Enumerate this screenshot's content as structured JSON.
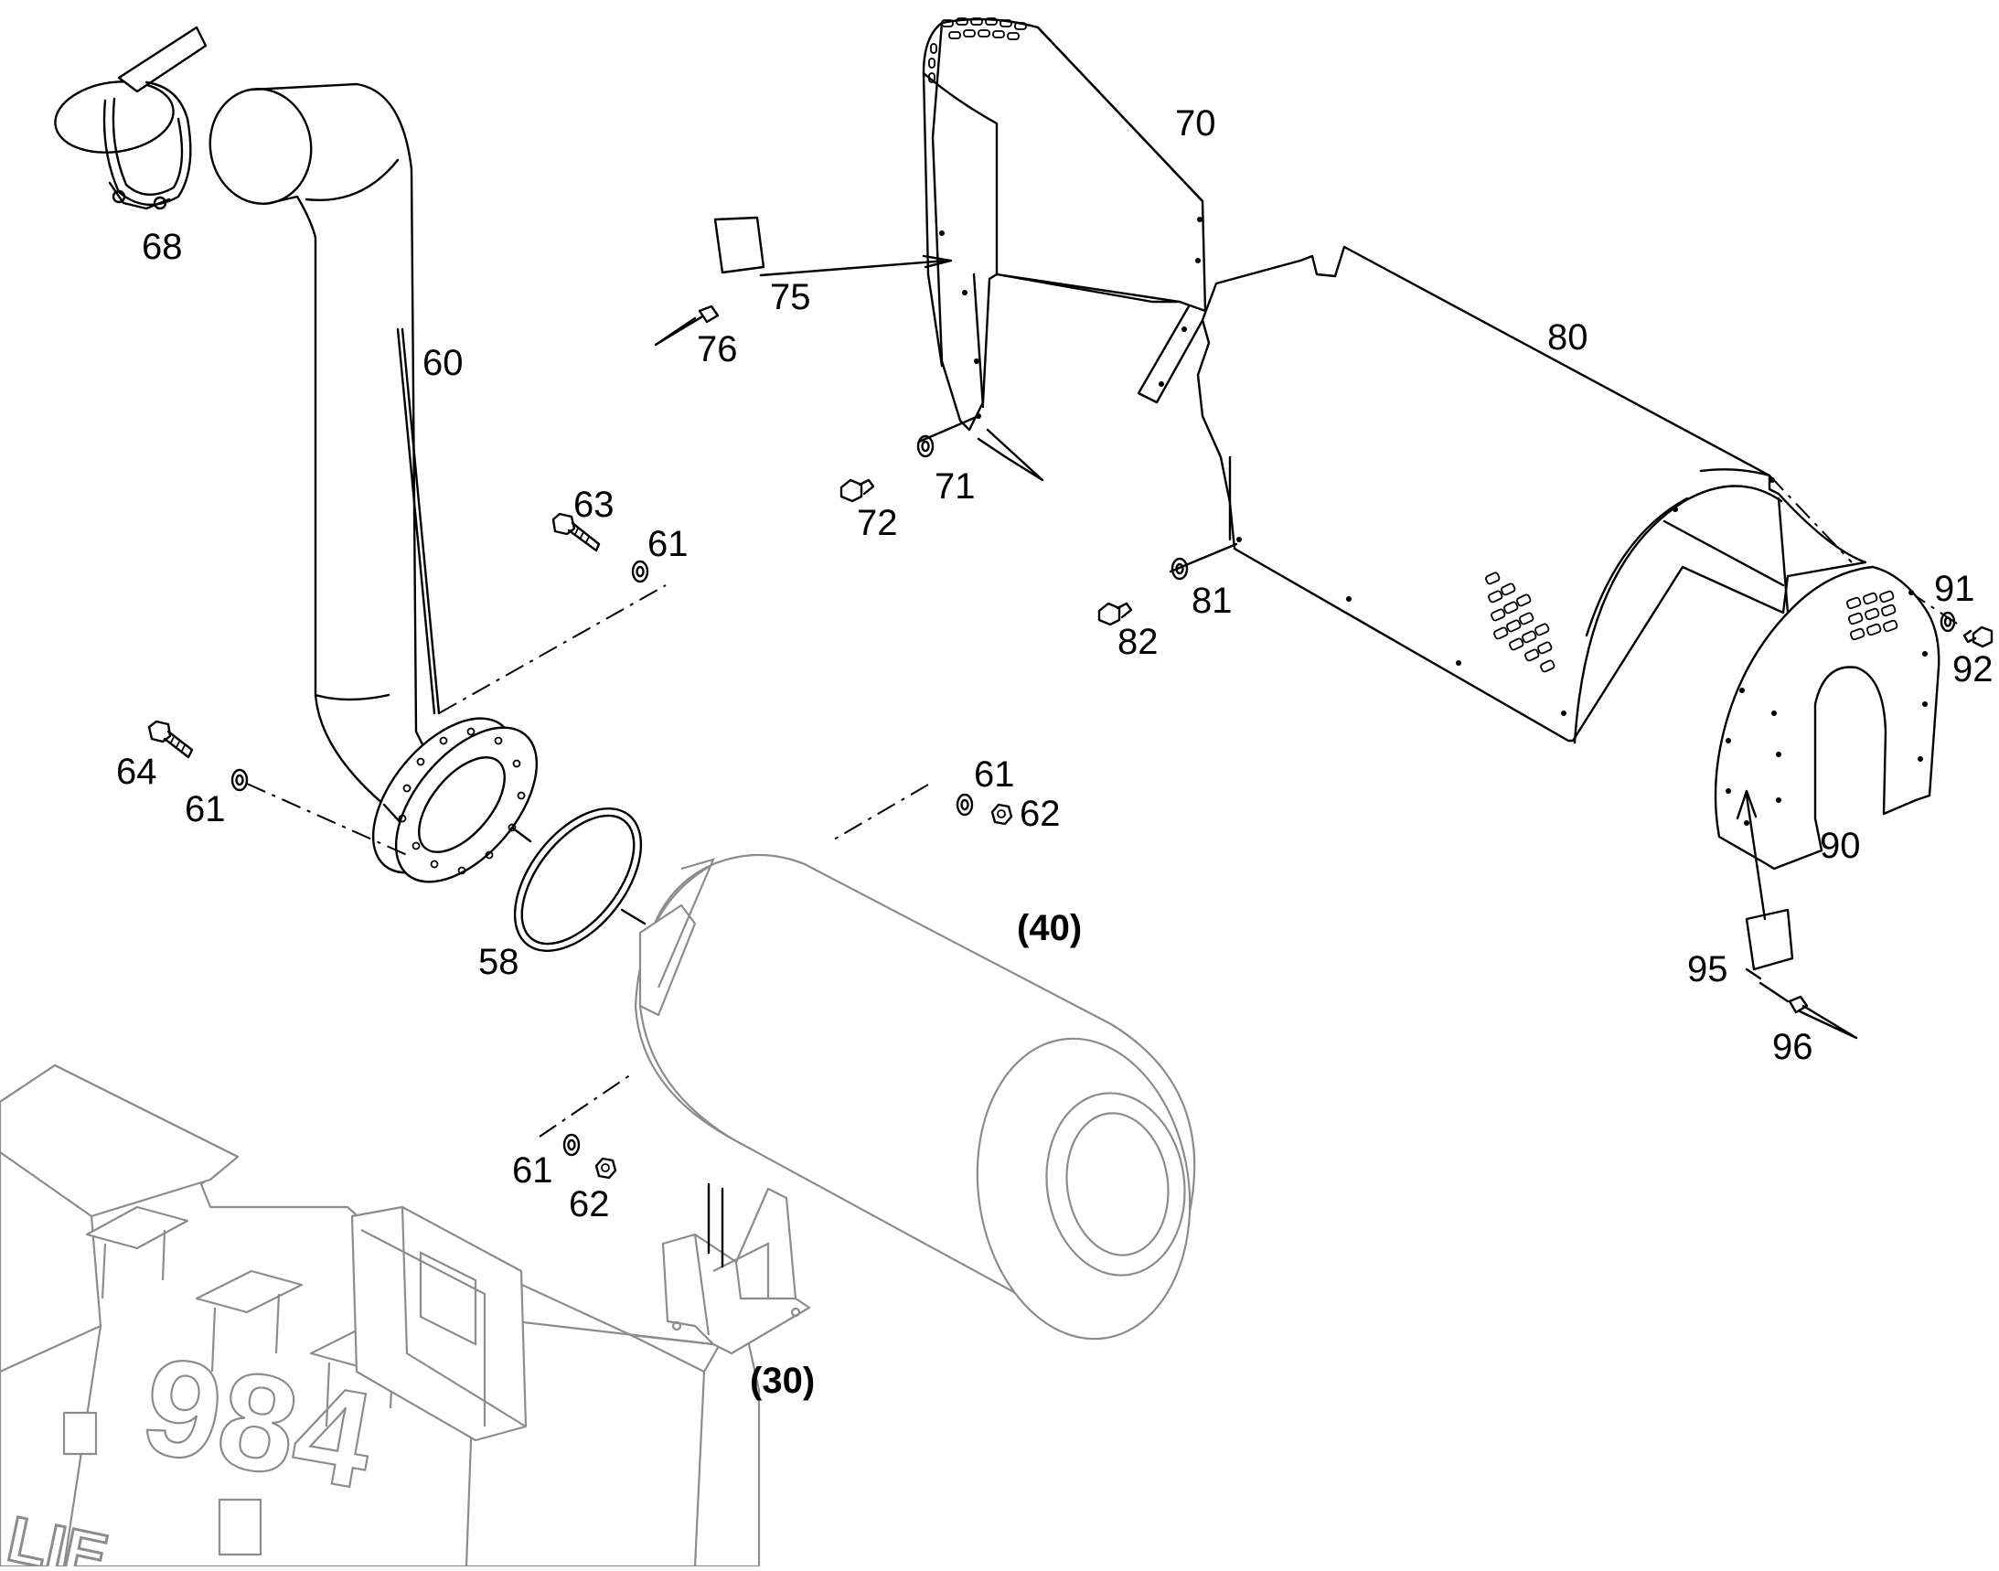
{
  "diagram": {
    "part_labels": {
      "p68": "68",
      "p60": "60",
      "p63": "63",
      "p61a": "61",
      "p64": "64",
      "p61b": "61",
      "p58": "58",
      "p61c": "61",
      "p62a": "62",
      "p40": "(40)",
      "p61d": "61",
      "p62b": "62",
      "p30": "(30)",
      "p70": "70",
      "p75": "75",
      "p76": "76",
      "p71": "71",
      "p72": "72",
      "p80": "80",
      "p81": "81",
      "p82": "82",
      "p91": "91",
      "p92": "92",
      "p90": "90",
      "p95": "95",
      "p96": "96"
    },
    "machine_number": "984",
    "body_text_fragment": "LIE"
  },
  "colors": {
    "line": "#000000",
    "background_assembly": "#8c8c8c",
    "paper": "#ffffff"
  }
}
